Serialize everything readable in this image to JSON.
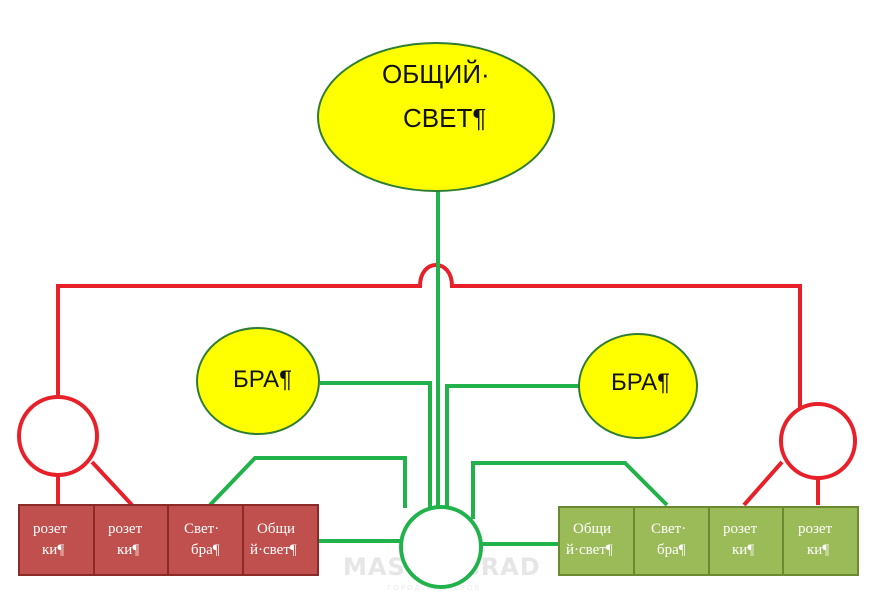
{
  "main_light": {
    "line1": "ОБЩИЙ·",
    "line2": "СВЕТ¶"
  },
  "sconce_left": {
    "label": "БРА¶"
  },
  "sconce_right": {
    "label": "БРА¶"
  },
  "left_block": {
    "cells": [
      {
        "line1": "розет",
        "line2": "ки¶"
      },
      {
        "line1": "розет",
        "line2": "ки¶"
      },
      {
        "line1": "Свет·",
        "line2": "бра¶"
      },
      {
        "line1": "Общи",
        "line2": "й·свет¶"
      }
    ]
  },
  "right_block": {
    "cells": [
      {
        "line1": "Общи",
        "line2": "й·свет¶"
      },
      {
        "line1": "Свет·",
        "line2": "бра¶"
      },
      {
        "line1": "розет",
        "line2": "ки¶"
      },
      {
        "line1": "розет",
        "line2": "ки¶"
      }
    ]
  },
  "watermark": {
    "text": "MASTERGRAD",
    "sub": "ГОРОД МАСТЕРОВ"
  },
  "colors": {
    "yellow_fill": "#ffff00",
    "yellow_stroke": "#2e7d32",
    "red_line": "#e8202a",
    "green_line": "#22b24c",
    "red_block": "#c0504d",
    "red_block_border": "#8b2a27",
    "green_block": "#9bbb59",
    "green_block_border": "#6a8a2f"
  }
}
